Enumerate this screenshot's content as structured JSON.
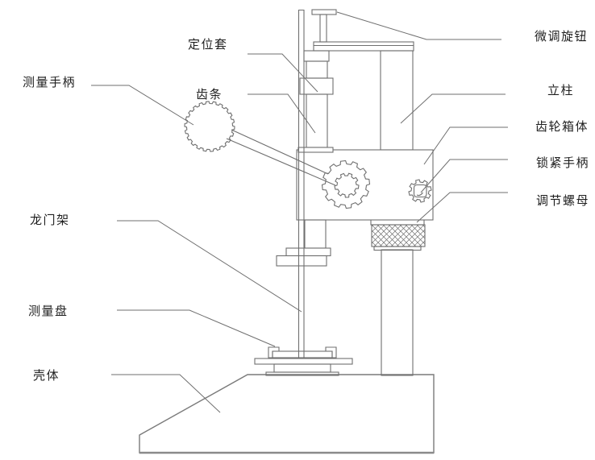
{
  "diagram": {
    "type": "technical-line-drawing",
    "labels": {
      "positioning_sleeve": "定位套",
      "measuring_handle": "测量手柄",
      "rack": "齿条",
      "gantry_frame": "龙门架",
      "measuring_disc": "测量盘",
      "housing": "壳体",
      "fine_adjustment_knob": "微调旋钮",
      "column": "立柱",
      "gear_box_body": "齿轮箱体",
      "locking_handle": "锁紧手柄",
      "adjusting_nut": "调节螺母"
    },
    "colors": {
      "line": "#6f6f6f",
      "text": "#1f1f1f",
      "background": "#ffffff"
    }
  }
}
